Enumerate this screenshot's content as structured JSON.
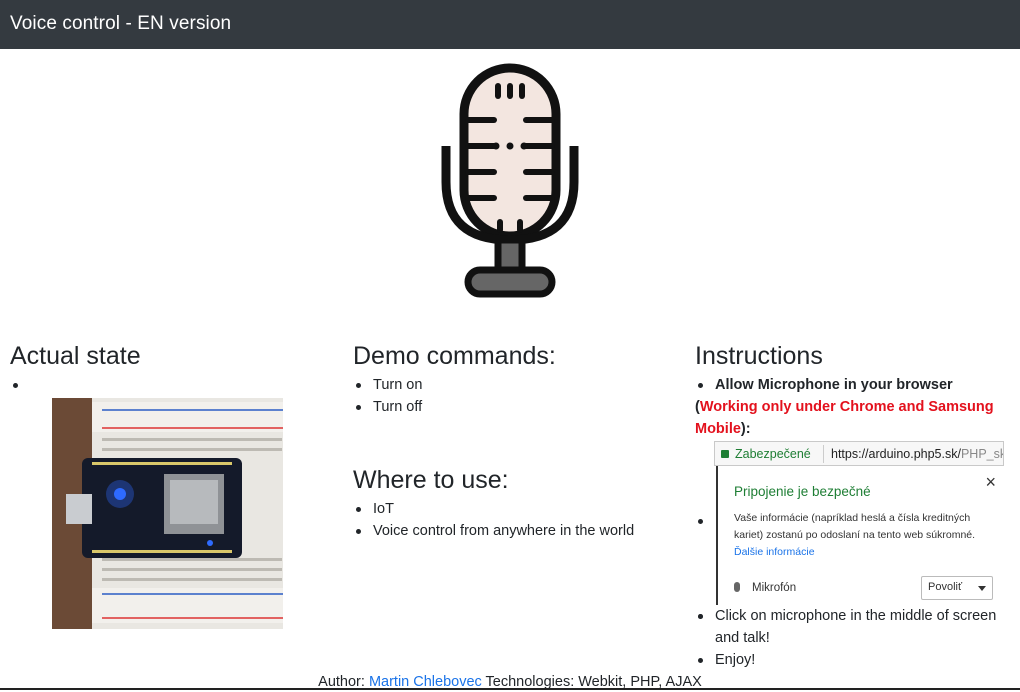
{
  "navbar": {
    "brand": "Voice control - EN version"
  },
  "hero": {
    "icon": "microphone-icon"
  },
  "actual_state": {
    "heading": "Actual state",
    "image": "esp8266-breadboard-photo"
  },
  "demo": {
    "heading": "Demo commands:",
    "items": [
      "Turn on",
      "Turn off"
    ]
  },
  "where": {
    "heading": "Where to use:",
    "items": [
      "IoT",
      "Voice control from anywhere in the world"
    ]
  },
  "instructions": {
    "heading": "Instructions",
    "allow_lead": "Allow Microphone in your browser",
    "open_paren": "(",
    "warning": "Working only under Chrome and Samsung Mobile",
    "close_paren": "):",
    "step_talk": "Click on microphone in the middle of screen and talk!",
    "step_enjoy": "Enjoy!"
  },
  "chrome_popup": {
    "secure_label": "Zabezpečené",
    "url_main": "https://arduino.php5.sk/",
    "url_rest": "PHP_sk",
    "title": "Pripojenie je bezpečné",
    "description": "Vaše informácie (napríklad heslá a čísla kreditných kariet) zostanú po odoslaní na tento web súkromné.",
    "more_link": "Ďalšie informácie",
    "mic_label": "Mikrofón",
    "select_value": "Povoliť",
    "close_glyph": "×"
  },
  "footer": {
    "author_label": "Author:",
    "author_name": "Martin Chlebovec",
    "tech_label": "Technologies: Webkit, PHP, AJAX"
  },
  "colors": {
    "navbar": "#343a40",
    "warning_red": "#e3111d",
    "link_blue": "#1a73e8",
    "secure_green": "#1e7e34",
    "mic_fill": "#f3e6e0"
  }
}
